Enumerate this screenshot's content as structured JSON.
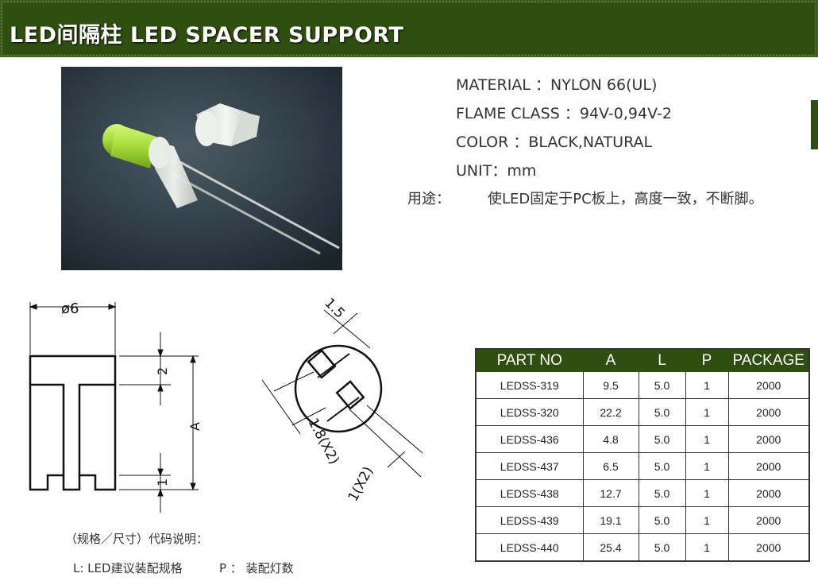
{
  "header": {
    "title": "LED间隔柱 LED SPACER SUPPORT"
  },
  "specs": [
    {
      "label": "MATERIAL",
      "sep": "：",
      "value": "NYLON 66(UL)"
    },
    {
      "label": "FLAME CLASS",
      "sep": "：",
      "value": "94V-0,94V-2"
    },
    {
      "label": "COLOR",
      "sep": "：",
      "value": "BLACK,NATURAL"
    },
    {
      "label": "UNIT",
      "sep": "：",
      "value": "mm"
    }
  ],
  "usage": {
    "label": "用途：",
    "text": "使LED固定于PC板上，高度一致，不断脚。"
  },
  "drawing": {
    "diameter": "ø6",
    "dim_top": "2",
    "dim_height": "A",
    "dim_bottom": "1",
    "dim_pitch": "1.5",
    "dim_slot": "1.8(X2)",
    "dim_width": "1(X2)"
  },
  "code_legend": {
    "title": "（规格／尺寸）代码说明：",
    "l_desc": "L: LED建议装配规格",
    "p_desc": "P ： 装配灯数"
  },
  "table": {
    "headers": [
      "PART NO",
      "A",
      "L",
      "P",
      "PACKAGE"
    ],
    "rows": [
      [
        "LEDSS-319",
        "9.5",
        "5.0",
        "1",
        "2000"
      ],
      [
        "LEDSS-320",
        "22.2",
        "5.0",
        "1",
        "2000"
      ],
      [
        "LEDSS-436",
        "4.8",
        "5.0",
        "1",
        "2000"
      ],
      [
        "LEDSS-437",
        "6.5",
        "5.0",
        "1",
        "2000"
      ],
      [
        "LEDSS-438",
        "12.7",
        "5.0",
        "1",
        "2000"
      ],
      [
        "LEDSS-439",
        "19.1",
        "5.0",
        "1",
        "2000"
      ],
      [
        "LEDSS-440",
        "25.4",
        "5.0",
        "1",
        "2000"
      ]
    ]
  },
  "colors": {
    "header_bg": "#2f4f10",
    "accent_green": "#3d5a1e",
    "text": "#333333"
  }
}
